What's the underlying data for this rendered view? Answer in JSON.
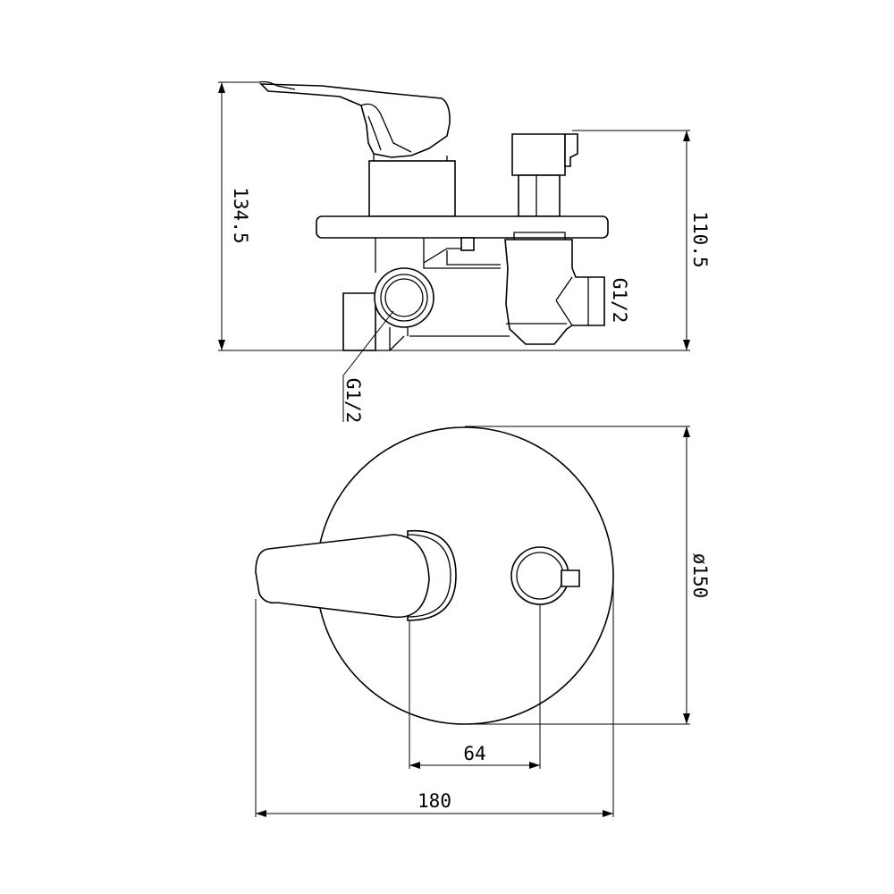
{
  "dimensions": {
    "overall_height": "134.5",
    "body_height": "110.5",
    "plate_diameter": "ø150",
    "handle_spacing": "64",
    "overall_width": "180"
  },
  "thread_labels": {
    "side_outlet": "G1/2",
    "bottom_inlet": "G1/2"
  }
}
